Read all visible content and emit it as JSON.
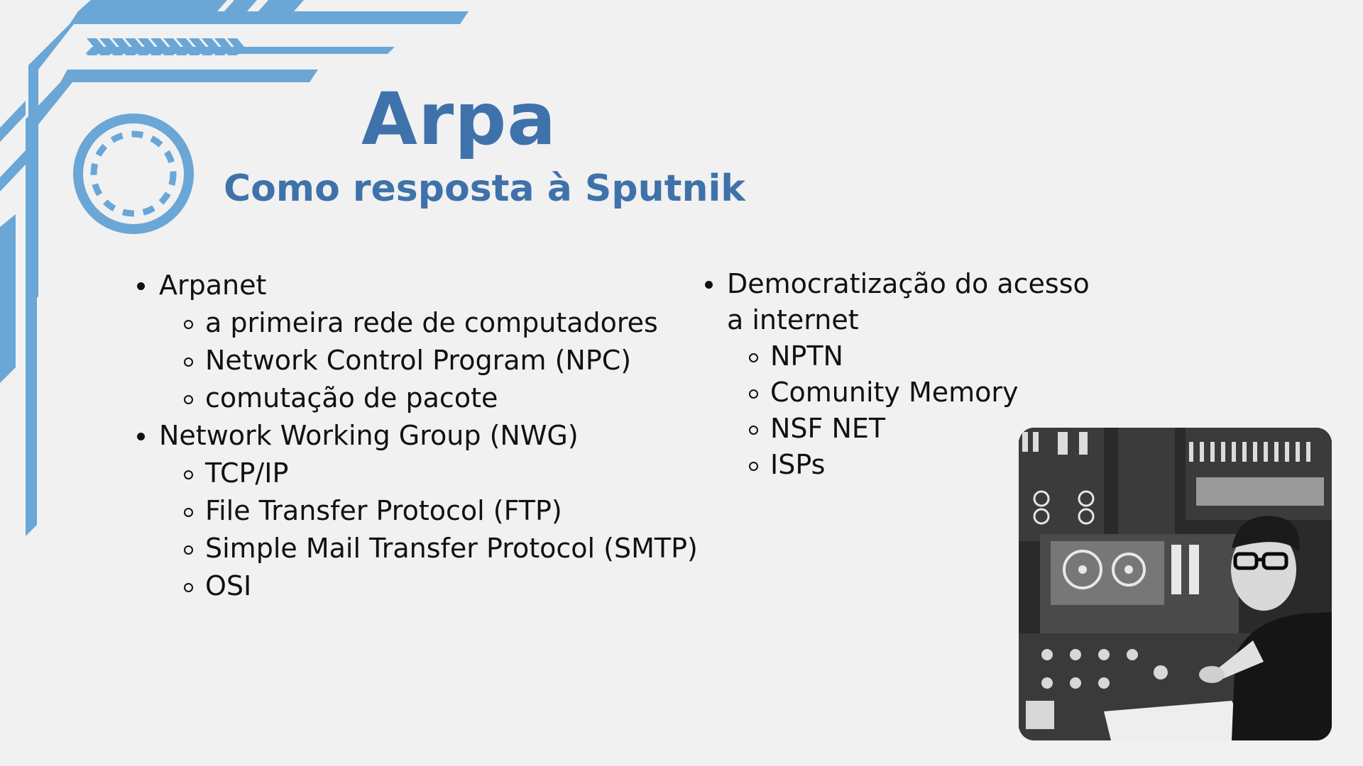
{
  "slide": {
    "title": "Arpa",
    "subtitle": "Como resposta à Sputnik",
    "accent_color": "#3f72aa",
    "decoration_color": "#6aa6d6"
  },
  "left_list": [
    {
      "label": "Arpanet",
      "children": [
        "a primeira rede de computadores",
        "Network Control Program (NPC)",
        "comutação de pacote"
      ]
    },
    {
      "label": "Network Working Group (NWG)",
      "children": [
        "TCP/IP",
        "File Transfer Protocol (FTP)",
        "Simple Mail Transfer Protocol (SMTP)",
        "OSI"
      ]
    }
  ],
  "right_list": [
    {
      "label": "Democratização do acesso a internet",
      "children": [
        "NPTN",
        "Comunity Memory",
        "NSF NET",
        "ISPs"
      ]
    }
  ],
  "photo": {
    "icon": "black-and-white-photo-man-at-computer-console"
  }
}
